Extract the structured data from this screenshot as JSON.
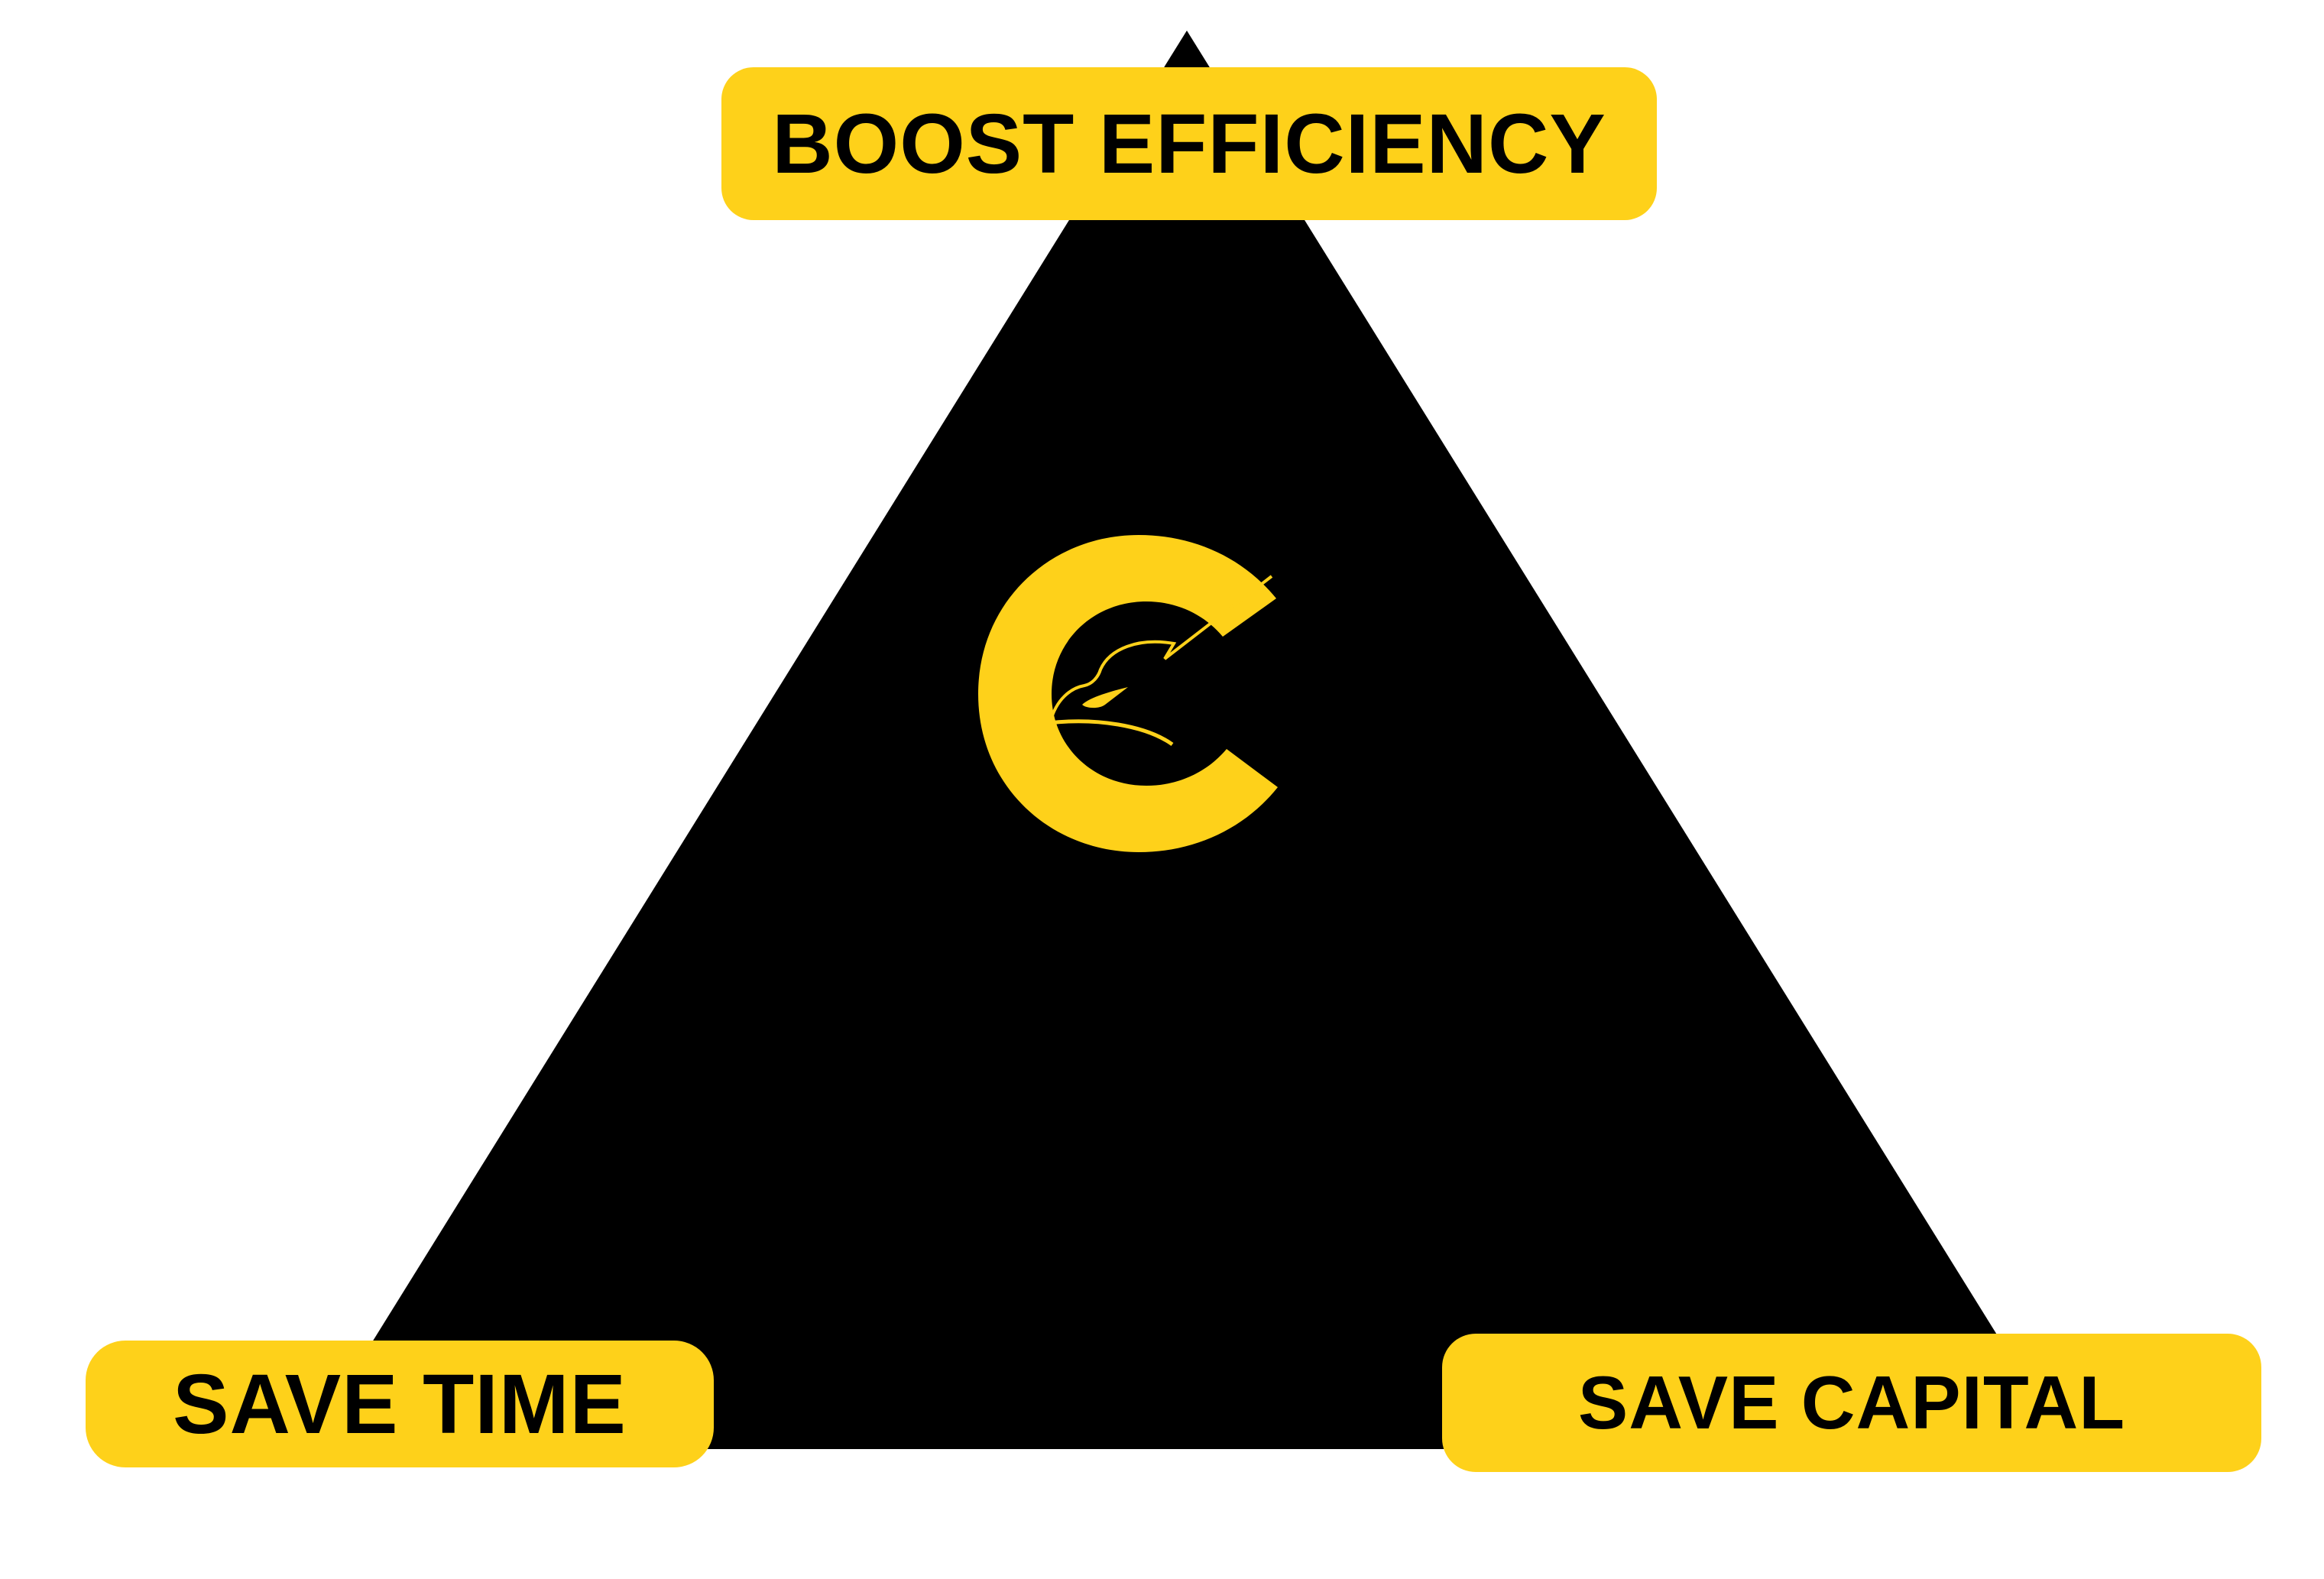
{
  "diagram": {
    "top_label": "BOOST EFFICIENCY",
    "left_label": "SAVE TIME",
    "right_label": "SAVE CAPITAL",
    "logo_icon": "c-eagle-logo",
    "colors": {
      "triangle": "#000000",
      "accent": "#FED11A",
      "background": "#FFFFFF"
    }
  }
}
